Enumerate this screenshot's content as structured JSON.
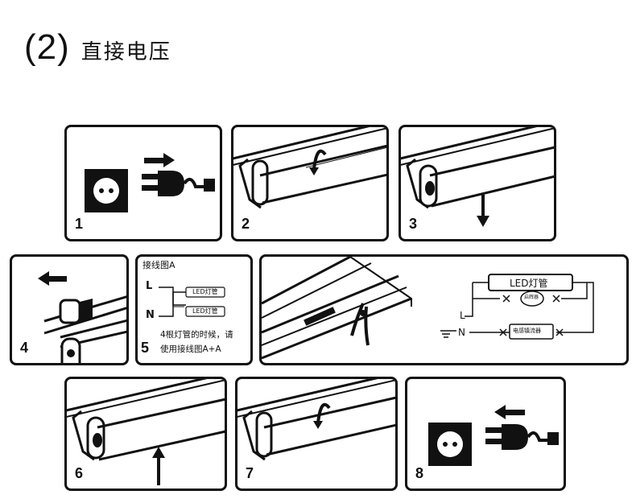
{
  "header": {
    "number": "(2)",
    "title": "直接电压"
  },
  "steps": [
    {
      "label": "1"
    },
    {
      "label": "2"
    },
    {
      "label": "3"
    },
    {
      "label": "4"
    },
    {
      "label": "5"
    },
    {
      "label": "6"
    },
    {
      "label": "7"
    },
    {
      "label": "8"
    }
  ],
  "wiring_note": {
    "heading": "接线图A",
    "line_l": "L",
    "line_n": "N",
    "tube_label": "LED灯管",
    "note_line1": "4根灯管的时候，请",
    "note_line2": "使用接线图A+A"
  },
  "circuit": {
    "tube_label": "LED灯管",
    "starter_label": "启辉器",
    "ballast_label": "电感镇流器",
    "line_l": "L",
    "line_n": "N"
  }
}
